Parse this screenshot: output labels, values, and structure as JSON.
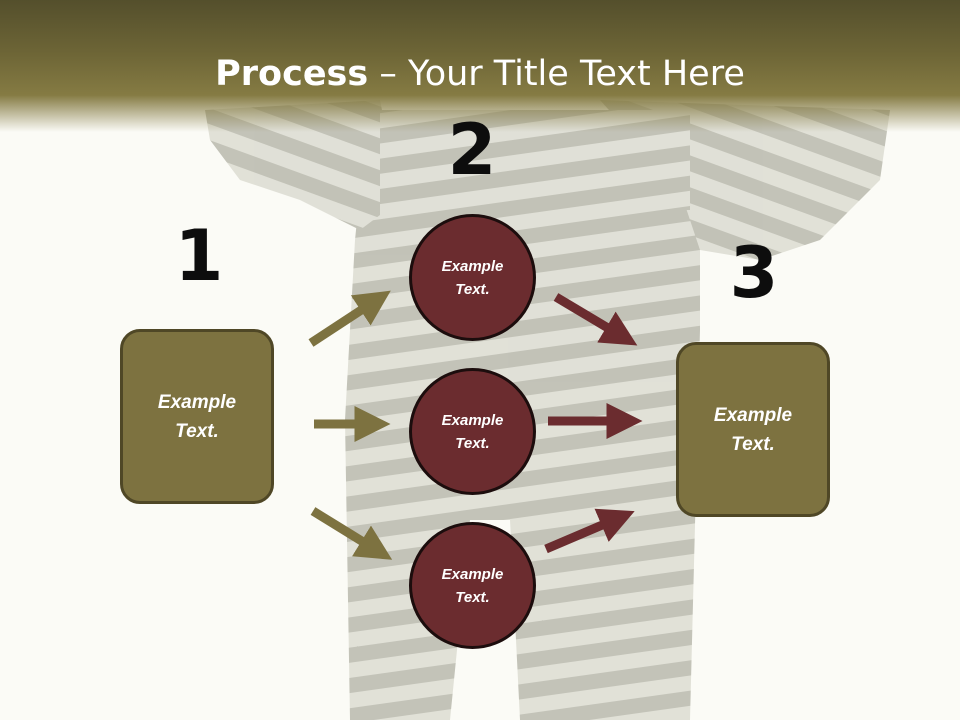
{
  "title": {
    "bold": "Process",
    "rest": " – Your Title Text Here"
  },
  "steps": [
    {
      "number": "1",
      "box_text": "Example Text."
    },
    {
      "number": "2",
      "circles": [
        "Example Text.",
        "Example Text.",
        "Example Text."
      ]
    },
    {
      "number": "3",
      "box_text": "Example Text."
    }
  ],
  "colors": {
    "header": "#6d6536",
    "box_fill": "#7d7240",
    "circle_fill": "#6b2c2f",
    "arrow_olive": "#7d7240",
    "arrow_maroon": "#6b2c2f"
  }
}
